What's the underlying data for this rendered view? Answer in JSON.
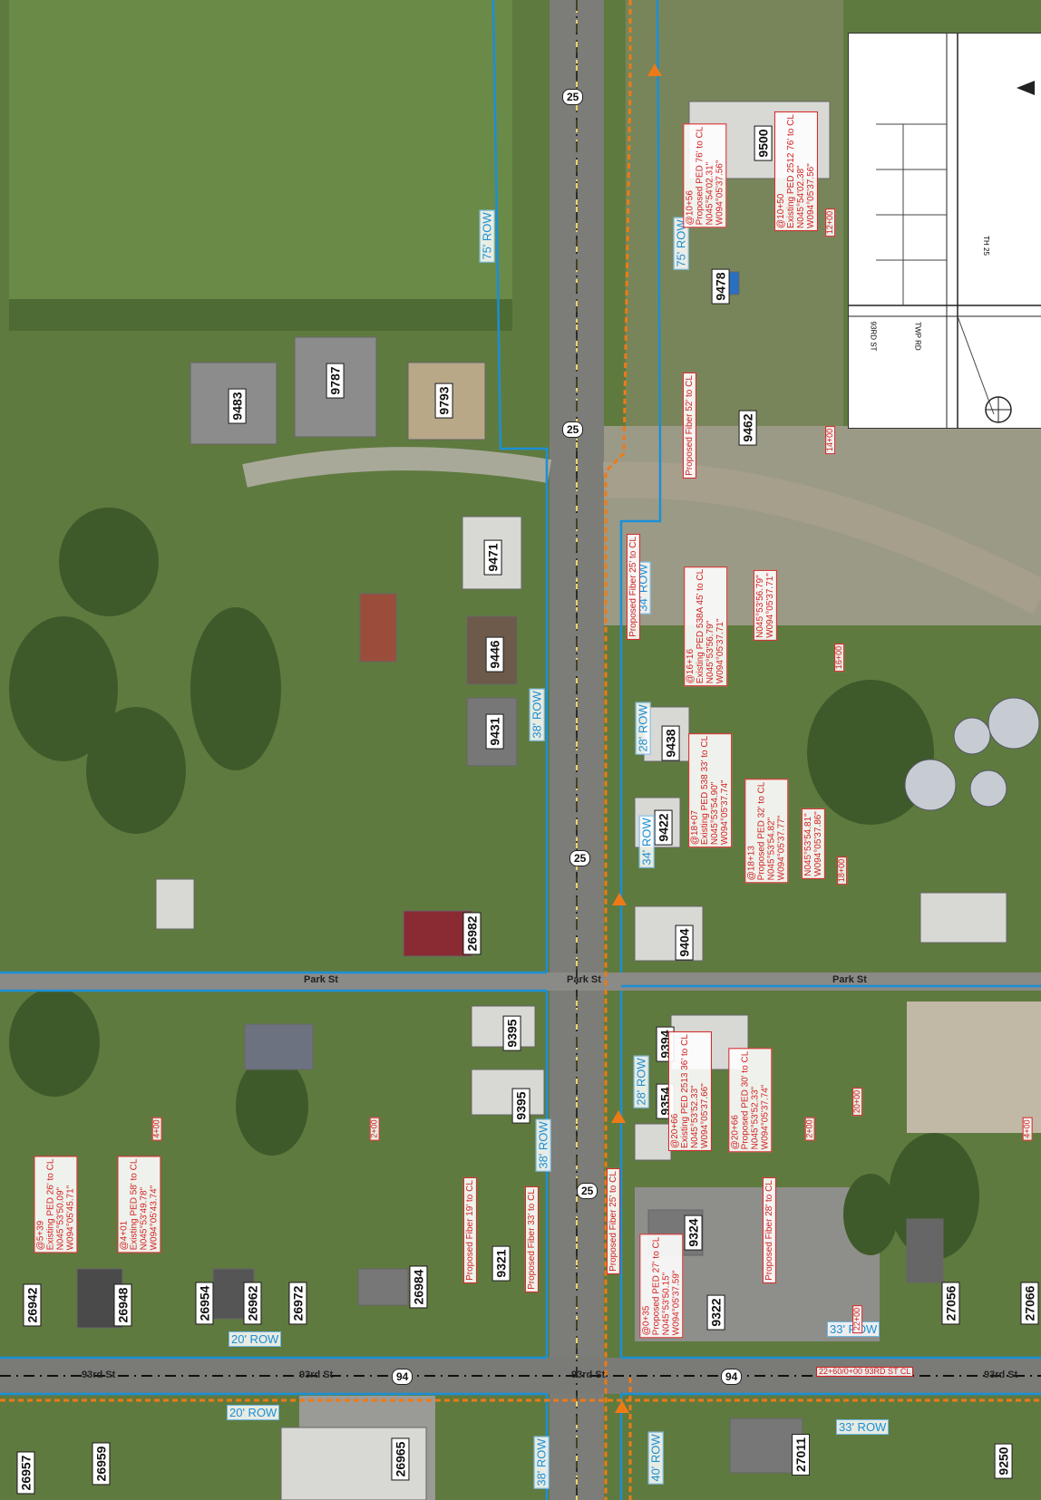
{
  "map_title": "",
  "colors": {
    "row_line": "#1b8fd6",
    "fiber": "#ee7a16",
    "note": "#d21f1f",
    "grass": "#5f7a3f",
    "road": "#7c7c78"
  },
  "highway_shields": {
    "hwy25": "25",
    "hwy94": "94"
  },
  "streets": {
    "park_st_left": "Park St",
    "park_st_center": "Park St",
    "park_st_right": "Park St",
    "third_st_left_a": "93rd St",
    "third_st_left_b": "93rd St",
    "third_st_center": "93rd St",
    "third_st_right": "93rd St",
    "right_note": "22+60/0+00 93RD ST CL"
  },
  "addresses": {
    "a9500": "9500",
    "a9478": "9478",
    "a9462": "9462",
    "a9483": "9483",
    "a9787": "9787",
    "a9793": "9793",
    "a9471": "9471",
    "a9446": "9446",
    "a9431": "9431",
    "a9438": "9438",
    "a9422": "9422",
    "a9404": "9404",
    "a26982": "26982",
    "a9395a": "9395",
    "a9395b": "9395",
    "a9394": "9394",
    "a9354": "9354",
    "a9324": "9324",
    "a9322": "9322",
    "a9321": "9321",
    "a26984": "26984",
    "a26972": "26972",
    "a26962": "26962",
    "a26954": "26954",
    "a26948": "26948",
    "a26942": "26942",
    "a27056": "27056",
    "a27066": "27066",
    "a26957": "26957",
    "a26959": "26959",
    "a26965": "26965",
    "a27011": "27011",
    "a9250": "9250"
  },
  "row_labels": {
    "r75_left": "75' ROW",
    "r75_right": "75' ROW",
    "r34_a": "34' ROW",
    "r38_a": "38' ROW",
    "r28_a": "28' ROW",
    "r34_b": "34' ROW",
    "r28_b": "28' ROW",
    "r38_b": "38' ROW",
    "r20_a": "20' ROW",
    "r33_a": "33' ROW",
    "r20_b": "20' ROW",
    "r33_b": "33' ROW",
    "r38_c": "38' ROW",
    "r40": "40' ROW"
  },
  "notes": {
    "n1": "@10+56\nProposed PED 76' to CL\nN045°54'02.31\"\nW094°05'37.56\"",
    "n2": "@10+50\nExisting PED 2512 76' to CL\nN045°54'02.38\"\nW094°05'37.56\"",
    "n3": "Proposed Fiber 52' to CL",
    "n4": "Proposed Fiber 25' to CL",
    "n5": "@16+16\nExisting PED 538A 45' to CL\nN045°53'56.79\"\nW094°05'37.71\"",
    "n6": "N045°53'56.79\"\nW094°05'37.71\"",
    "n7": "@18+07\nExisting PED 538 33' to CL\nN045°53'54.90\"\nW094°05'37.74\"",
    "n8": "@18+13\nProposed PED 32' to CL\nN045°53'54.82\"\nW094°05'37.77\"",
    "n9": "N045°53'54.81\"\nW094°05'37.86\"",
    "n10": "@20+66\nExisting PED 2513 36' to CL\nN045°53'52.33\"\nW094°05'37.66\"",
    "n11": "@20+66\nProposed PED 30' to CL\nN045°53'52.33\"\nW094°05'37.74\"",
    "n12": "Proposed Fiber 25' to CL",
    "n13": "@0+35\nProposed PED 27' to CL\nN045°53'50.15\"\nW094°05'37.59\"",
    "n14": "Proposed Fiber 28' to CL",
    "n15": "Proposed Fiber 33' to CL",
    "n16": "Proposed Fiber 19' to CL",
    "n17": "@4+01\nExisting PED 58' to CL\nN045°53'49.78\"\nW094°05'43.74\"",
    "n18": "@5+39\nExisting PED 26' to CL\nN045°53'50.09\"\nW094°05'45.71\""
  },
  "stations": {
    "s12": "12+00",
    "s14": "14+00",
    "s16": "16+00",
    "s18": "18+00",
    "s20": "20+00",
    "s22": "22+00",
    "s2a": "2+00",
    "s2b": "2+00",
    "s4": "4+00",
    "s4b": "4+00"
  },
  "inset_text": {
    "t1": "TH 25",
    "t2": "93RD ST",
    "t3": "TWP RD"
  }
}
